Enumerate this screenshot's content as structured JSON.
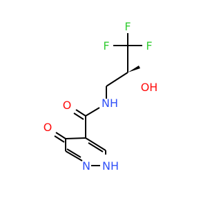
{
  "molecule": {
    "atoms": {
      "f_top": "F",
      "f_left": "F",
      "f_right": "F",
      "o_hydroxyl": "OH",
      "n_amide": "NH",
      "o_amide": "O",
      "o_keto": "O",
      "n_ring": "N",
      "nh_ring": "NH"
    }
  },
  "colors": {
    "bond": "#000000",
    "fluorine": "#33cc33",
    "oxygen": "#ff0d0d",
    "nitrogen": "#3050f8"
  }
}
